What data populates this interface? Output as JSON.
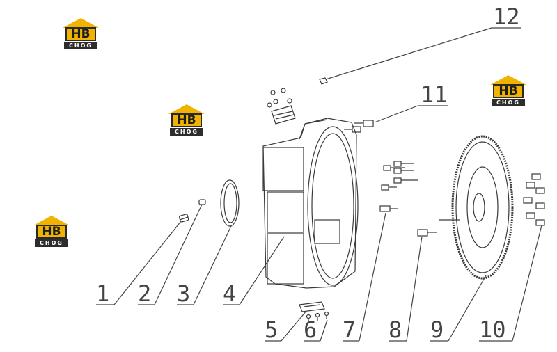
{
  "brand": {
    "logo_text": "HB",
    "logo_subtext": "CHOG",
    "colors": {
      "gold": "#f0b400",
      "dark": "#2d2d2d",
      "line": "#444444"
    }
  },
  "callouts": [
    "1",
    "2",
    "3",
    "4",
    "5",
    "6",
    "7",
    "8",
    "9",
    "10",
    "11",
    "12"
  ]
}
